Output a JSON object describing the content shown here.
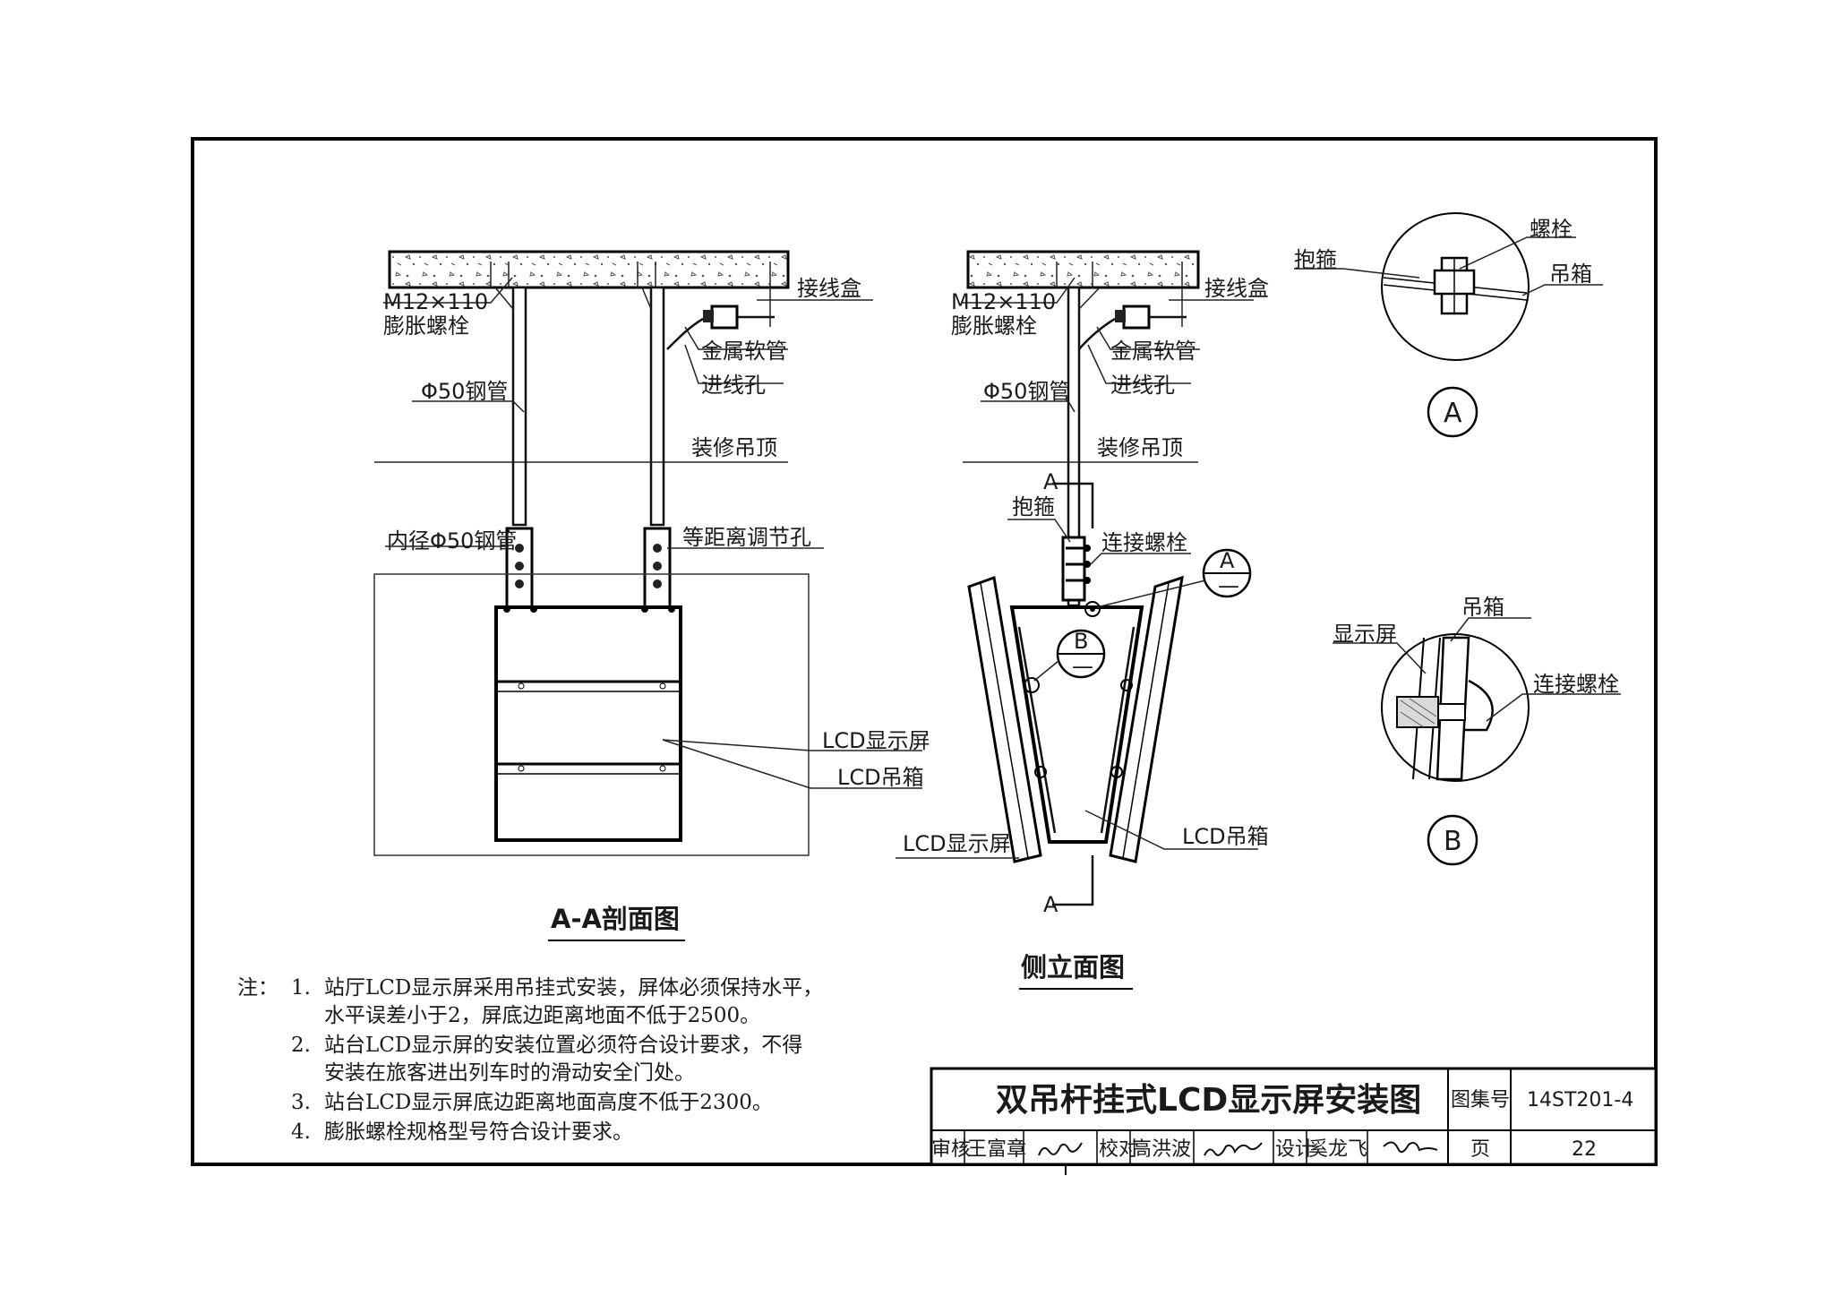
{
  "section_view": {
    "title": "A-A剖面图",
    "bolt_spec": "M12×110",
    "bolt_name": "膨胀螺栓",
    "junction_box": "接线盒",
    "metal_conduit": "金属软管",
    "entry_hole": "进线孔",
    "steel_pipe": "Φ50钢管",
    "ceiling": "装修吊顶",
    "inner_pipe": "内径Φ50钢管",
    "adjust_holes": "等距离调节孔",
    "lcd_screen": "LCD显示屏",
    "lcd_box": "LCD吊箱"
  },
  "side_view": {
    "title": "侧立面图",
    "bolt_spec": "M12×110",
    "bolt_name": "膨胀螺栓",
    "junction_box": "接线盒",
    "metal_conduit": "金属软管",
    "entry_hole": "进线孔",
    "steel_pipe": "Φ50钢管",
    "ceiling": "装修吊顶",
    "hoop": "抱箍",
    "connect_bolt": "连接螺栓",
    "lcd_screen": "LCD显示屏",
    "lcd_box": "LCD吊箱",
    "section_mark": "A",
    "detail_a": "A",
    "detail_b": "B",
    "detail_dash": "—"
  },
  "detail_a": {
    "label": "A",
    "bolt": "螺栓",
    "hoop": "抱箍",
    "box": "吊箱"
  },
  "detail_b": {
    "label": "B",
    "box": "吊箱",
    "screen": "显示屏",
    "connect_bolt": "连接螺栓"
  },
  "notes": {
    "prefix": "注：",
    "items": [
      {
        "num": "1.",
        "lines": [
          "站厅LCD显示屏采用吊挂式安装，屏体必须保持水平，",
          "水平误差小于2，屏底边距离地面不低于2500。"
        ]
      },
      {
        "num": "2.",
        "lines": [
          "站台LCD显示屏的安装位置必须符合设计要求，不得",
          "安装在旅客进出列车时的滑动安全门处。"
        ]
      },
      {
        "num": "3.",
        "lines": [
          "站台LCD显示屏底边距离地面高度不低于2300。"
        ]
      },
      {
        "num": "4.",
        "lines": [
          "膨胀螺栓规格型号符合设计要求。"
        ]
      }
    ]
  },
  "title_block": {
    "drawing_title": "双吊杆挂式LCD显示屏安装图",
    "atlas_label": "图集号",
    "atlas_no": "14ST201-4",
    "review_label": "审核",
    "reviewer": "王富章",
    "check_label": "校对",
    "checker": "高洪波",
    "design_label": "设计",
    "designer": "奚龙飞",
    "page_label": "页",
    "page_no": "22"
  }
}
